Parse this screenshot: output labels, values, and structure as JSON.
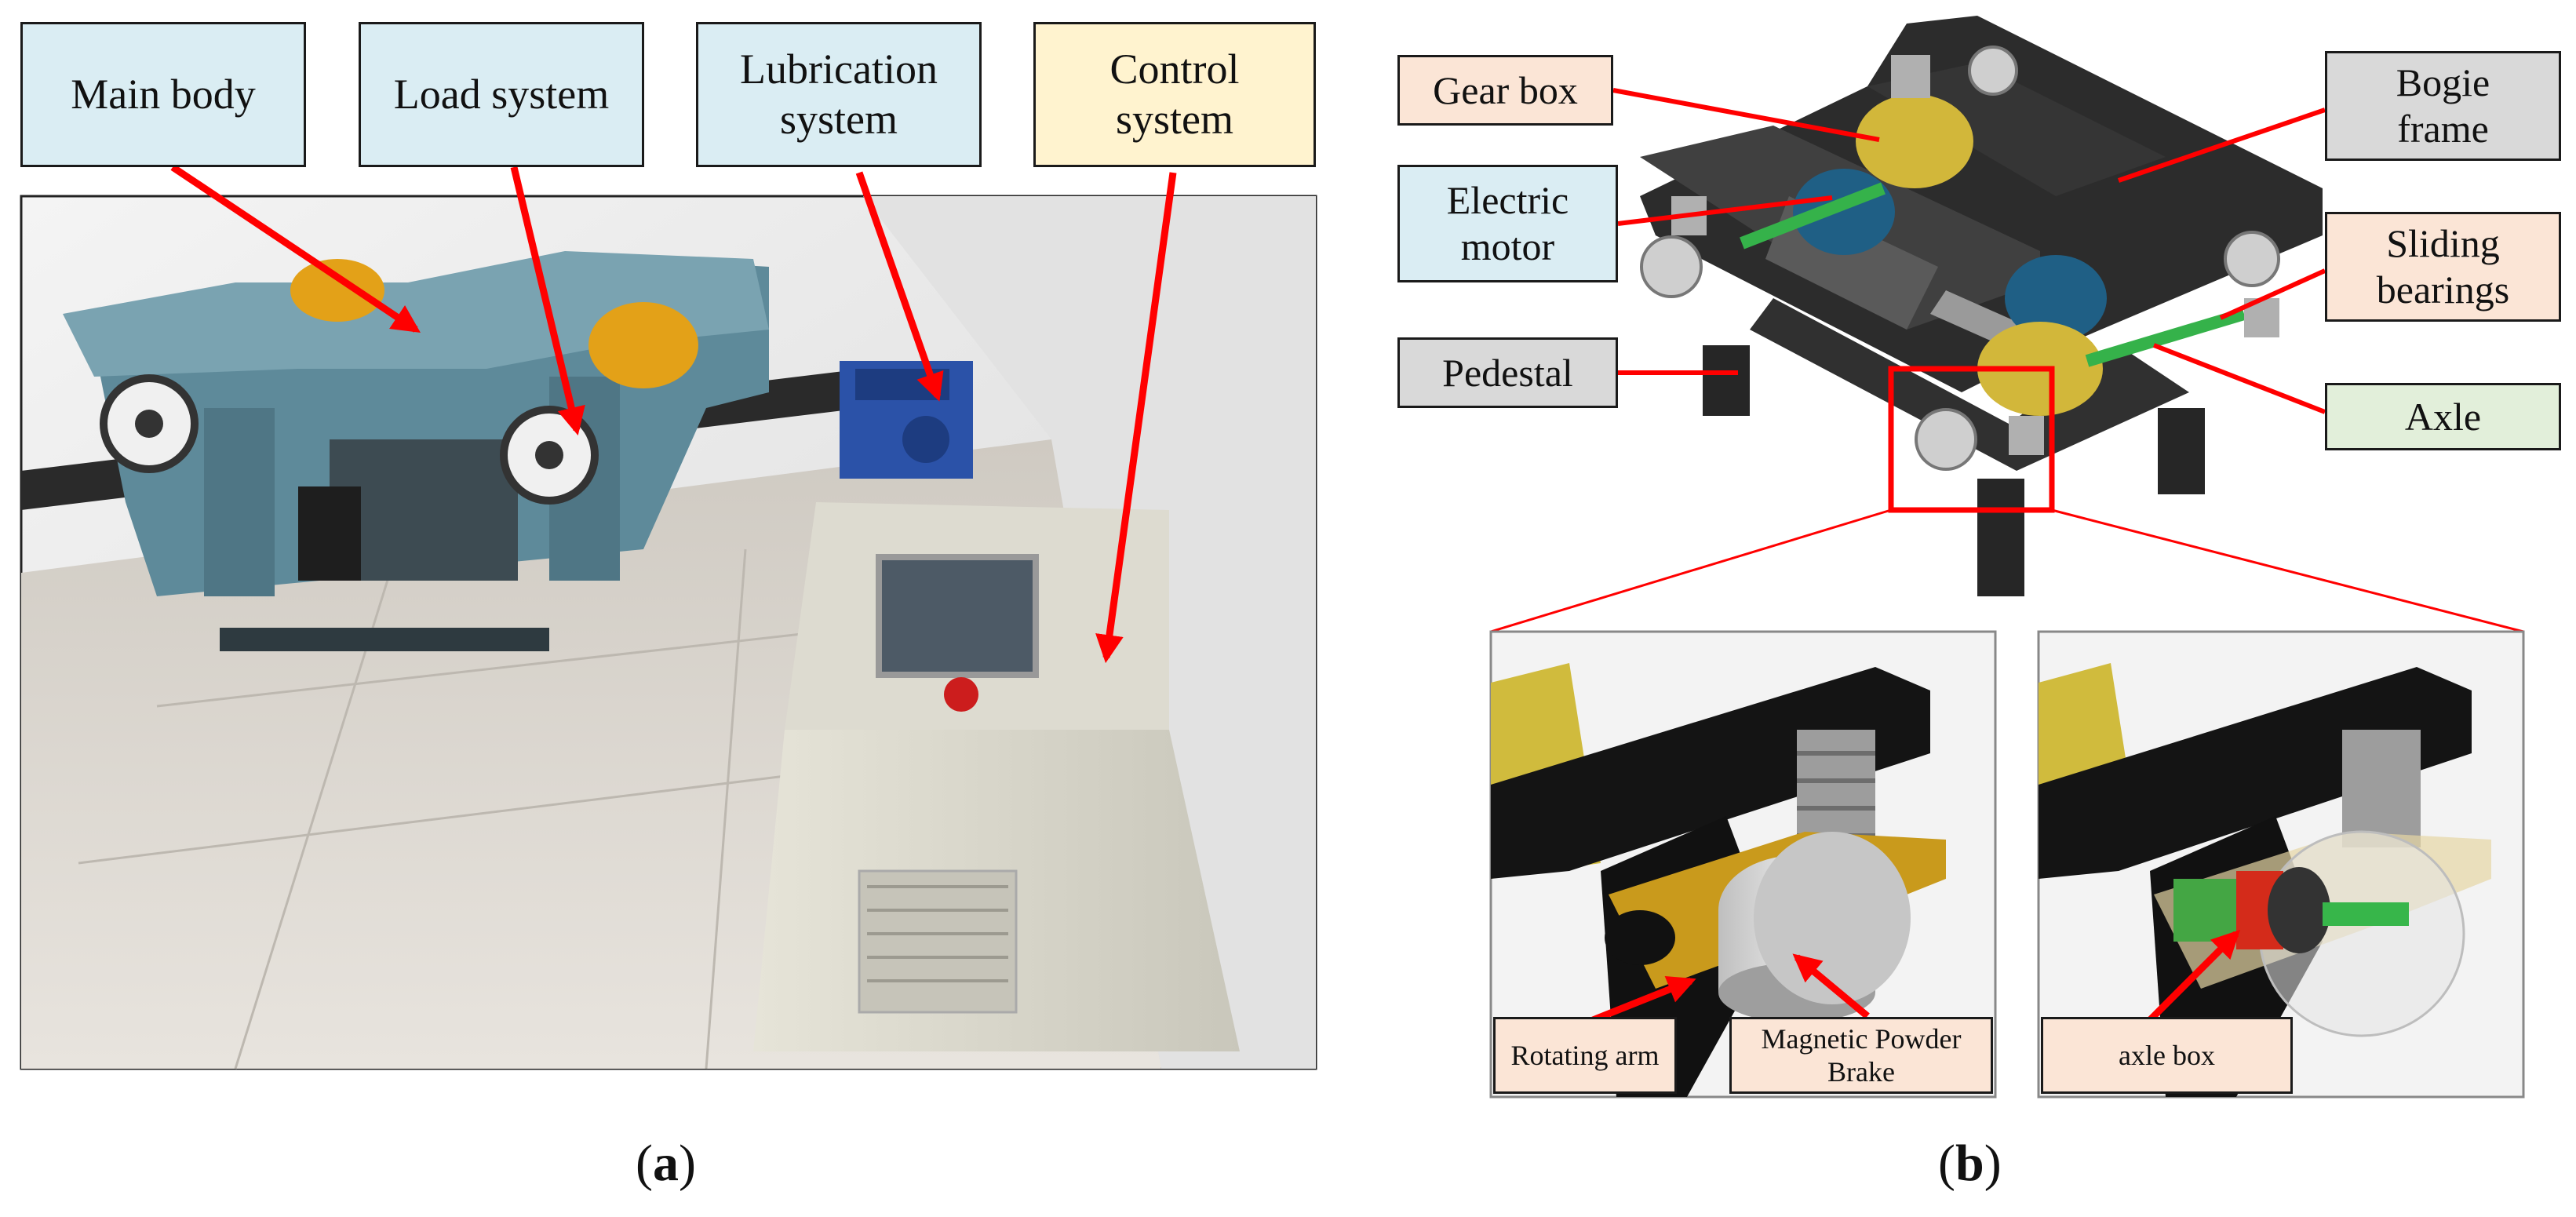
{
  "panel_a": {
    "caption_letter": "a",
    "labels": {
      "main_body": "Main body",
      "load_system": "Load system",
      "lubrication_system": "Lubrication\nsystem",
      "control_system": "Control\nsystem"
    }
  },
  "panel_b": {
    "caption_letter": "b",
    "labels": {
      "gear_box": "Gear box",
      "electric_motor": "Electric\nmotor",
      "pedestal": "Pedestal",
      "bogie_frame": "Bogie\nframe",
      "sliding_bearings": "Sliding\nbearings",
      "axle": "Axle",
      "rotating_arm": "Rotating arm",
      "magnetic_powder_brake": "Magnetic Powder\nBrake",
      "axle_box": "axle box"
    }
  },
  "colors": {
    "arrow": "#ff0000",
    "label_blue": "#daedf3",
    "label_yellow": "#fff3cf",
    "label_peach": "#fbe5d6",
    "label_gray": "#d9d9d9",
    "label_green": "#e2efda"
  }
}
